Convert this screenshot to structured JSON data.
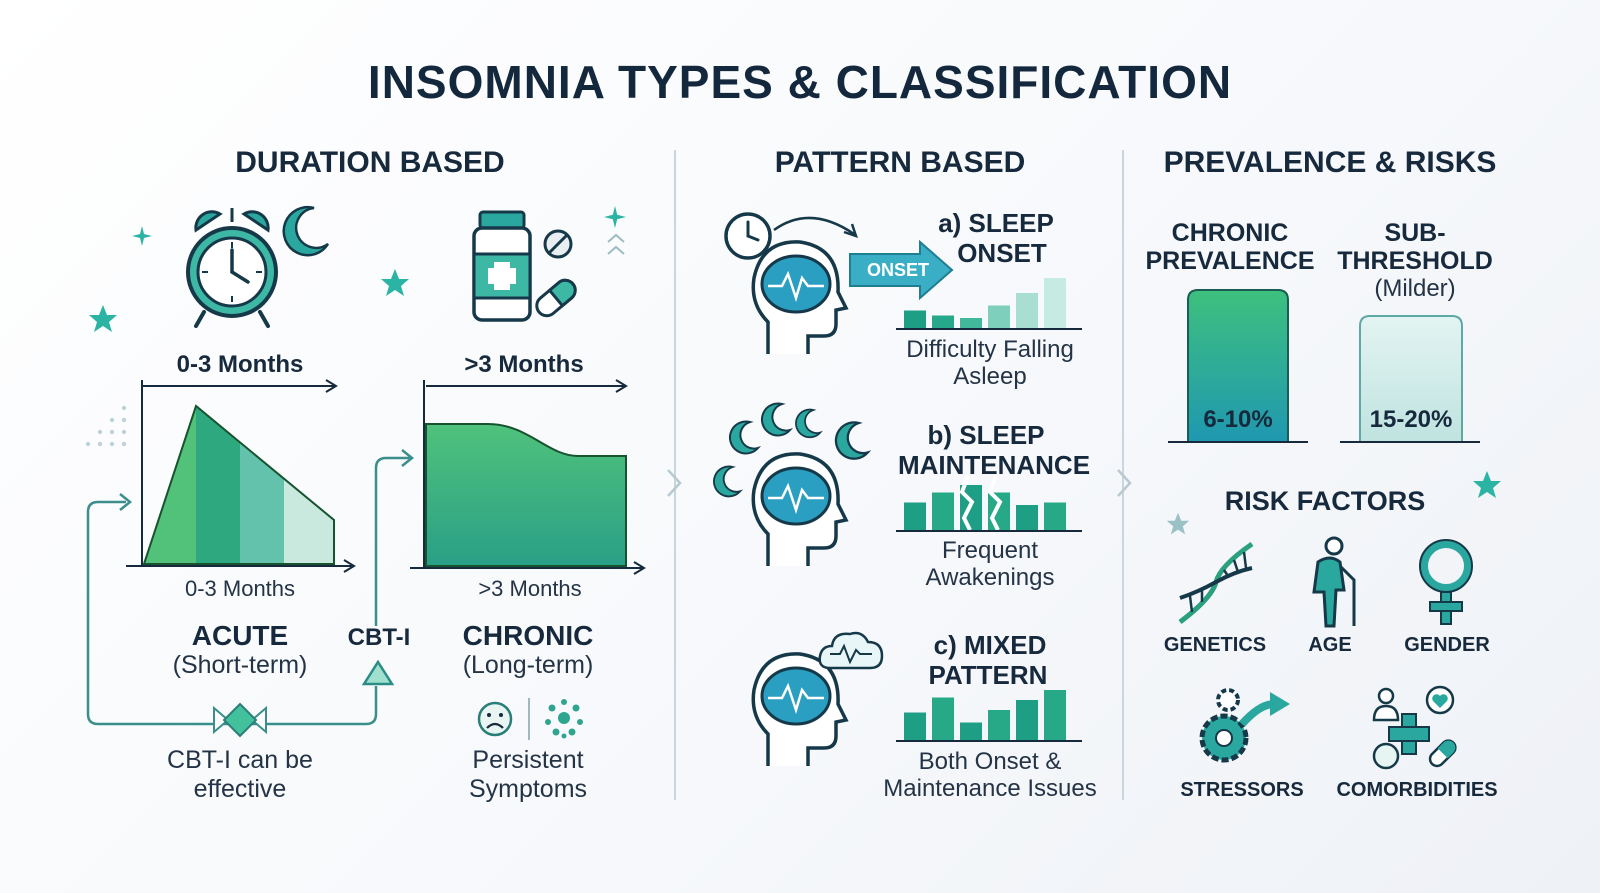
{
  "title": "INSOMNIA TYPES & CLASSIFICATION",
  "colors": {
    "teal": "#1e9a9a",
    "green": "#3dbb73",
    "dark": "#17293c",
    "light_teal": "#bfe4e0"
  },
  "duration": {
    "title": "DURATION BASED",
    "acute": {
      "top_label": "0-3 Months",
      "axis_label": "0-3 Months",
      "name": "ACUTE",
      "sub": "(Short-term)"
    },
    "chronic": {
      "top_label": ">3 Months",
      "axis_label": ">3 Months",
      "name": "CHRONIC",
      "sub": "(Long-term)",
      "note_line1": "Persistent",
      "note_line2": "Symptoms"
    },
    "cbt_label": "CBT-I",
    "cbt_note_line1": "CBT-I can be",
    "cbt_note_line2": "effective"
  },
  "pattern": {
    "title": "PATTERN BASED",
    "onset": {
      "title_line1": "a) SLEEP",
      "title_line2": "ONSET",
      "arrow_label": "ONSET",
      "desc_line1": "Difficulty Falling",
      "desc_line2": "Asleep",
      "bars": [
        0.35,
        0.25,
        0.2,
        0.45,
        0.7,
        1.0
      ]
    },
    "maintenance": {
      "title_line1": "b) SLEEP",
      "title_line2": "MAINTENANCE",
      "desc_line1": "Frequent",
      "desc_line2": "Awakenings",
      "bars": [
        0.55,
        0.75,
        0.9,
        0.75,
        0.5,
        0.55
      ]
    },
    "mixed": {
      "title_line1": "c) MIXED",
      "title_line2": "PATTERN",
      "desc_line1": "Both Onset &",
      "desc_line2": "Maintenance Issues",
      "bars": [
        0.55,
        0.85,
        0.35,
        0.6,
        0.8,
        1.0
      ]
    }
  },
  "prevalence": {
    "title": "PREVALENCE & RISKS",
    "chronic": {
      "label_line1": "CHRONIC",
      "label_line2": "PREVALENCE",
      "value": "6-10%"
    },
    "sub": {
      "label_line1": "SUB-",
      "label_line2": "THRESHOLD",
      "label_line3": "(Milder)",
      "value": "15-20%"
    },
    "risk_title": "RISK FACTORS",
    "risks": [
      "GENETICS",
      "AGE",
      "GENDER",
      "STRESSORS",
      "COMORBIDITIES"
    ]
  }
}
